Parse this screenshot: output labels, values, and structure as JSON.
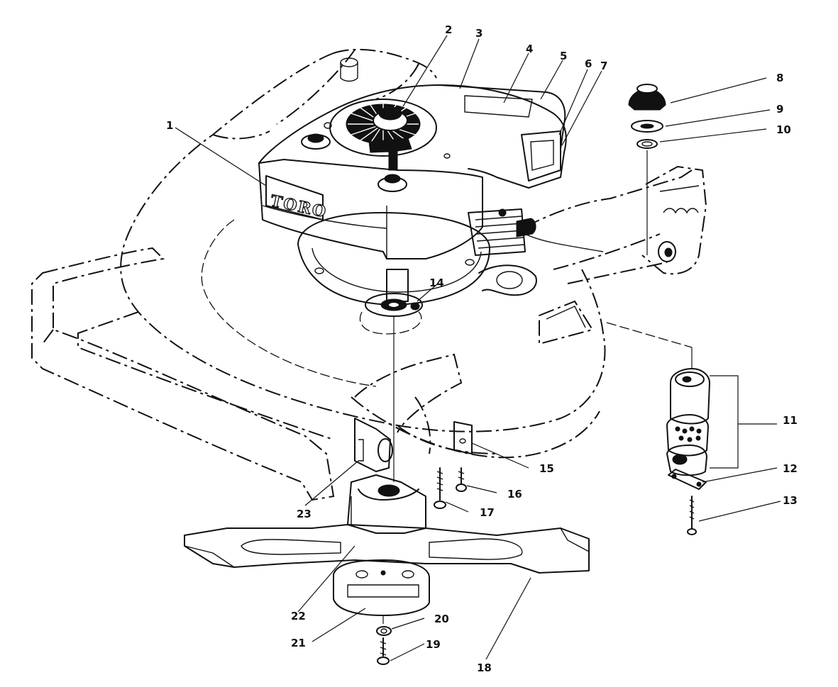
{
  "diagram": {
    "brand_text": "TORO",
    "callouts": [
      {
        "id": "c1",
        "label": "1"
      },
      {
        "id": "c2",
        "label": "2"
      },
      {
        "id": "c3",
        "label": "3"
      },
      {
        "id": "c4",
        "label": "4"
      },
      {
        "id": "c5",
        "label": "5"
      },
      {
        "id": "c6",
        "label": "6"
      },
      {
        "id": "c7",
        "label": "7"
      },
      {
        "id": "c8",
        "label": "8"
      },
      {
        "id": "c9",
        "label": "9"
      },
      {
        "id": "c10",
        "label": "10"
      },
      {
        "id": "c11",
        "label": "11"
      },
      {
        "id": "c12",
        "label": "12"
      },
      {
        "id": "c13",
        "label": "13"
      },
      {
        "id": "c14",
        "label": "14"
      },
      {
        "id": "c15",
        "label": "15"
      },
      {
        "id": "c16",
        "label": "16"
      },
      {
        "id": "c17",
        "label": "17"
      },
      {
        "id": "c18",
        "label": "18"
      },
      {
        "id": "c19",
        "label": "19"
      },
      {
        "id": "c20",
        "label": "20"
      },
      {
        "id": "c21",
        "label": "21"
      },
      {
        "id": "c22",
        "label": "22"
      },
      {
        "id": "c23",
        "label": "23"
      }
    ]
  }
}
